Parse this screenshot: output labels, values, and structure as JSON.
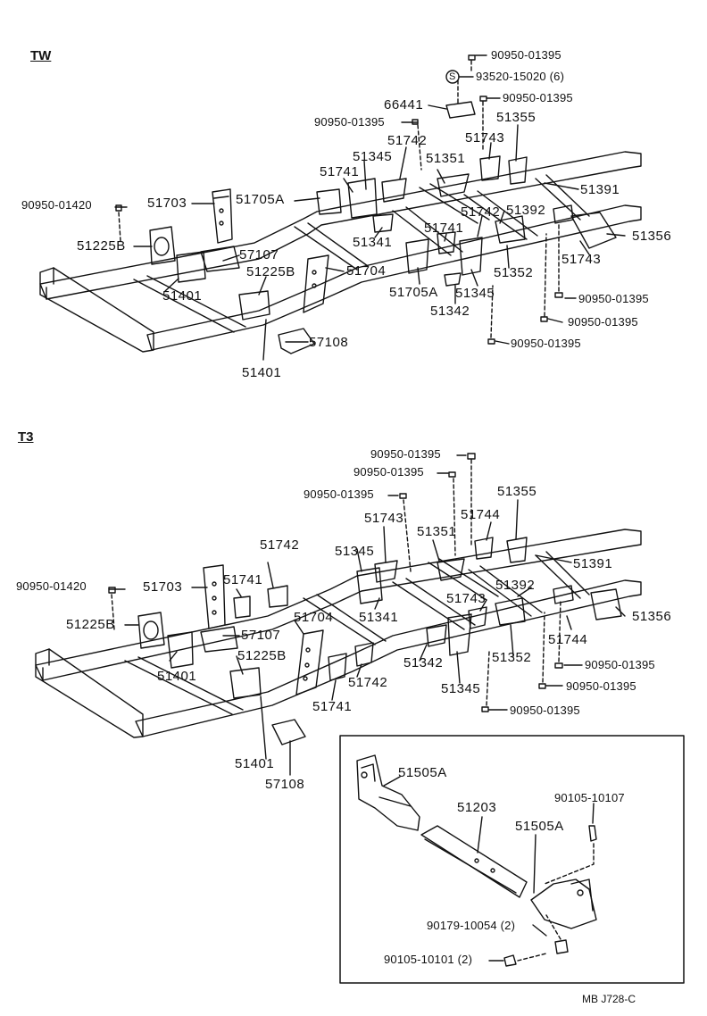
{
  "sections": {
    "tw": {
      "title": "TW",
      "labels": {
        "p1": "90950-01395",
        "p2": "93520-15020 (6)",
        "p3": "90950-01395",
        "p4": "66441",
        "p5": "90950-01395",
        "p6": "51355",
        "p7": "51742",
        "p8": "51743",
        "p9": "51345",
        "p10": "51351",
        "p11": "51741",
        "p12": "51391",
        "p13": "90950-01420",
        "p14": "51703",
        "p15": "51705A",
        "p16": "51742",
        "p17": "51392",
        "p18": "51341",
        "p19": "51741",
        "p20": "51356",
        "p21": "51225B",
        "p22": "57107",
        "p23": "51225B",
        "p24": "51704",
        "p25": "51743",
        "p26": "51352",
        "p27": "51401",
        "p28": "51705A",
        "p29": "51345",
        "p30": "90950-01395",
        "p31": "51342",
        "p32": "90950-01395",
        "p33": "57108",
        "p34": "90950-01395",
        "p35": "51401"
      },
      "s_mark": "S"
    },
    "t3": {
      "title": "T3",
      "labels": {
        "q1": "90950-01395",
        "q2": "90950-01395",
        "q3": "90950-01395",
        "q4": "51355",
        "q5": "51743",
        "q6": "51744",
        "q7": "51351",
        "q8": "51742",
        "q9": "51345",
        "q10": "51391",
        "q11": "90950-01420",
        "q12": "51703",
        "q13": "51741",
        "q14": "51743",
        "q15": "51392",
        "q16": "51341",
        "q17": "51704",
        "q18": "51356",
        "q19": "51225B",
        "q20": "57107",
        "q21": "51744",
        "q22": "51342",
        "q23": "51352",
        "q24": "90950-01395",
        "q25": "51225B",
        "q26": "51401",
        "q27": "51742",
        "q28": "51345",
        "q29": "90950-01395",
        "q30": "51741",
        "q31": "90950-01395",
        "q32": "51401",
        "q33": "57108"
      }
    },
    "inset": {
      "labels": {
        "r1": "51505A",
        "r2": "90105-10107",
        "r3": "51203",
        "r4": "51505A",
        "r5": "90179-10054 (2)",
        "r6": "90105-10101 (2)"
      }
    }
  },
  "footer": {
    "code": "MB  J728-C"
  },
  "colors": {
    "ink": "#111111",
    "paper": "#ffffff"
  }
}
